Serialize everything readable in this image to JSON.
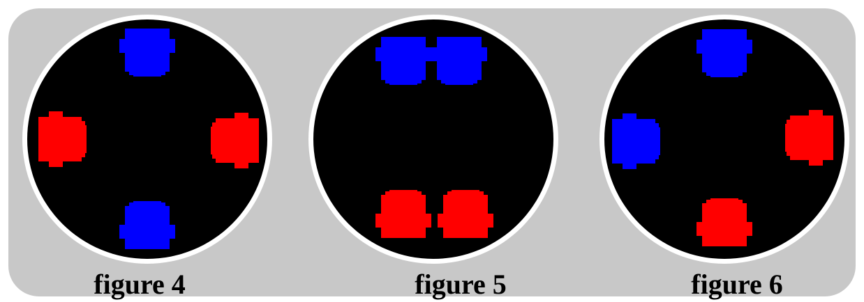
{
  "colors": {
    "panel": "#c8c8c8",
    "table": "#000000",
    "rim": "#ffffff",
    "blue": "#0000ff",
    "red": "#ff0000",
    "caption": "#000000"
  },
  "figures": [
    {
      "caption": "figure 4",
      "chairs": [
        {
          "color": "blue",
          "facing": "down",
          "position": "top"
        },
        {
          "color": "red",
          "facing": "right",
          "position": "left"
        },
        {
          "color": "red",
          "facing": "left",
          "position": "right"
        },
        {
          "color": "blue",
          "facing": "up",
          "position": "bottom"
        }
      ]
    },
    {
      "caption": "figure 5",
      "chairs": [
        {
          "color": "blue",
          "facing": "down",
          "position": "top-left"
        },
        {
          "color": "blue",
          "facing": "down",
          "position": "top-right"
        },
        {
          "color": "red",
          "facing": "up",
          "position": "bottom-left"
        },
        {
          "color": "red",
          "facing": "up",
          "position": "bottom-right"
        }
      ]
    },
    {
      "caption": "figure 6",
      "chairs": [
        {
          "color": "blue",
          "facing": "down",
          "position": "top"
        },
        {
          "color": "blue",
          "facing": "right",
          "position": "left"
        },
        {
          "color": "red",
          "facing": "left",
          "position": "right"
        },
        {
          "color": "red",
          "facing": "up",
          "position": "bottom"
        }
      ]
    }
  ]
}
